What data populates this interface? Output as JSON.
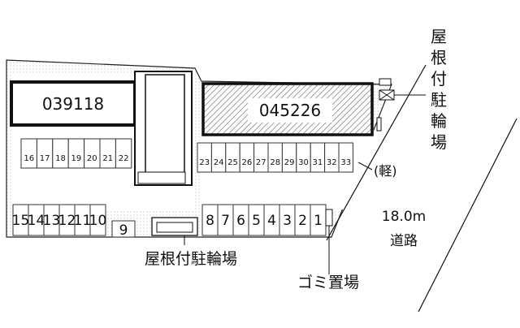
{
  "buildings": {
    "left_label": "039118",
    "right_label": "045226"
  },
  "parking": {
    "upper_left_slots": [
      "16",
      "17",
      "18",
      "19",
      "20",
      "21",
      "22"
    ],
    "upper_right_slots": [
      "23",
      "24",
      "25",
      "26",
      "27",
      "28",
      "29",
      "30",
      "31",
      "32",
      "33"
    ],
    "lower_left_slots": [
      "15",
      "14",
      "13",
      "12",
      "11",
      "10"
    ],
    "lower_single_slot": "9",
    "lower_right_slots": [
      "8",
      "7",
      "6",
      "5",
      "4",
      "3",
      "2",
      "1"
    ],
    "kei_note": "(軽)"
  },
  "labels": {
    "bike_parking_vertical": "屋根付駐輪場",
    "bike_parking_bottom": "屋根付駐輪場",
    "garbage": "ゴミ置場",
    "road_width": "18.0m",
    "road_name": "道路"
  }
}
